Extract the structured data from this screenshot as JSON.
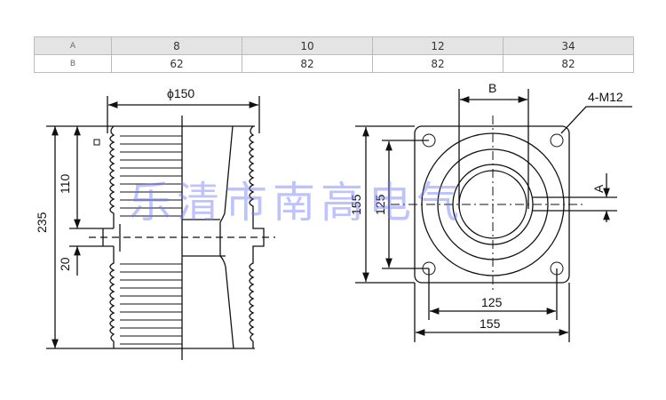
{
  "table": {
    "rows": [
      {
        "label": "A",
        "values": [
          "8",
          "10",
          "12",
          "34"
        ]
      },
      {
        "label": "B",
        "values": [
          "62",
          "82",
          "82",
          "82"
        ]
      }
    ]
  },
  "side_view": {
    "diameter": "ϕ150",
    "height": "235",
    "upper": "110",
    "shaft": "20"
  },
  "top_view": {
    "b_label": "B",
    "thread": "4-M12",
    "a_label": "A",
    "outer_v": "155",
    "inner_v": "125",
    "inner_h": "125",
    "outer_h": "155"
  },
  "watermark": "乐清市南高电气"
}
